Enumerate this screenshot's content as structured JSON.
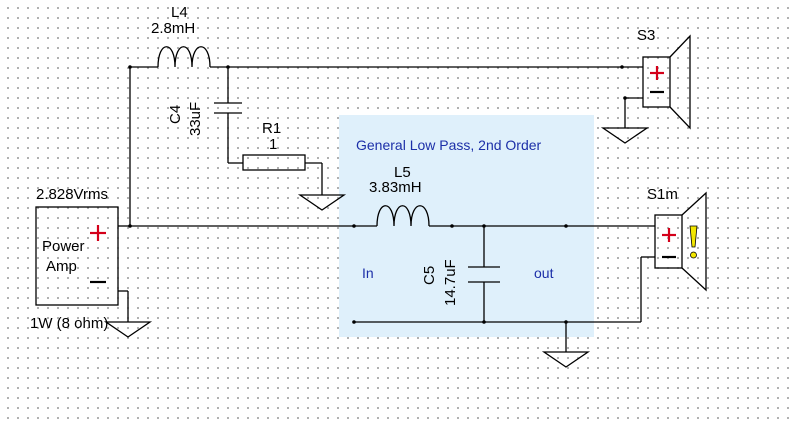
{
  "amp": {
    "voltage": "2.828Vrms",
    "name_line1": "Power",
    "name_line2": "Amp",
    "rating": "1W (8 ohm)"
  },
  "inductor_l4": {
    "name": "L4",
    "value": "2.8mH"
  },
  "capacitor_c4": {
    "name": "C4",
    "value": "33uF"
  },
  "resistor_r1": {
    "name": "R1",
    "value": "1"
  },
  "speaker_s3": {
    "name": "S3"
  },
  "speaker_s1m": {
    "name": "S1m"
  },
  "lowpass_block": {
    "title": "General Low Pass, 2nd Order",
    "in_label": "In",
    "out_label": "out",
    "fill_color": "#dff0fb"
  },
  "inductor_l5": {
    "name": "L5",
    "value": "3.83mH"
  },
  "capacitor_c5": {
    "name": "C5",
    "value": "14.7uF"
  },
  "colors": {
    "plus": "#d4001a",
    "warning": "#f2e600",
    "block_text": "#1c2fa8"
  }
}
